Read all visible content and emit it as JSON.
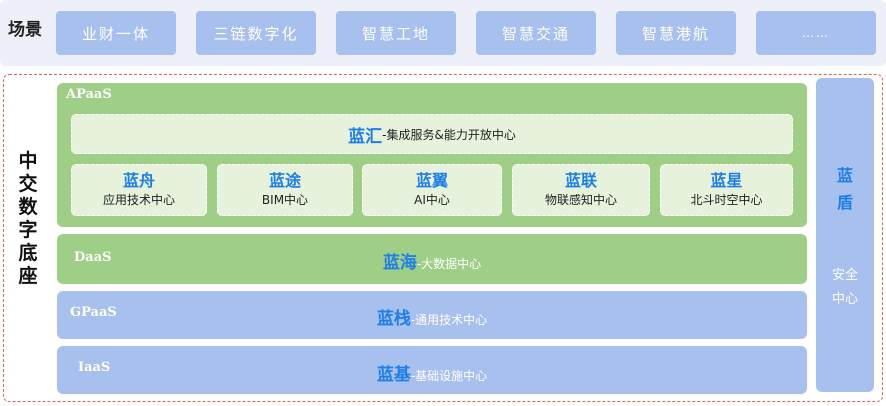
{
  "scenario": {
    "label": "场景",
    "items": [
      "业财一体",
      "三链数字化",
      "智慧工地",
      "智慧交通",
      "智慧港航",
      "……"
    ]
  },
  "platform": {
    "title_chars": [
      "中",
      "交",
      "数",
      "字",
      "底",
      "座"
    ]
  },
  "apaas": {
    "tag": "APaaS",
    "brand": "蓝汇",
    "desc": "-集成服务&能力开放中心",
    "modules": [
      {
        "title": "蓝舟",
        "desc": "应用技术中心"
      },
      {
        "title": "蓝途",
        "desc": "BIM中心"
      },
      {
        "title": "蓝翼",
        "desc": "AI中心"
      },
      {
        "title": "蓝联",
        "desc": "物联感知中心"
      },
      {
        "title": "蓝星",
        "desc": "北斗时空中心"
      }
    ]
  },
  "daas": {
    "tag": "DaaS",
    "brand": "蓝海",
    "desc": "-大数据中心"
  },
  "gpaas": {
    "tag": "GPaaS",
    "brand": "蓝栈",
    "desc": "-通用技术中心"
  },
  "iaas": {
    "tag": "IaaS",
    "brand": "蓝基",
    "desc": "-基础设施中心"
  },
  "security": {
    "brand_chars": [
      "蓝",
      "盾"
    ],
    "desc_chars": [
      "安全",
      "中心"
    ]
  },
  "colors": {
    "green_layer": "#9fcf86",
    "blue_layer": "#a8c0ee",
    "brand_blue": "#1f7fe8",
    "frame_dash": "#e06060"
  }
}
